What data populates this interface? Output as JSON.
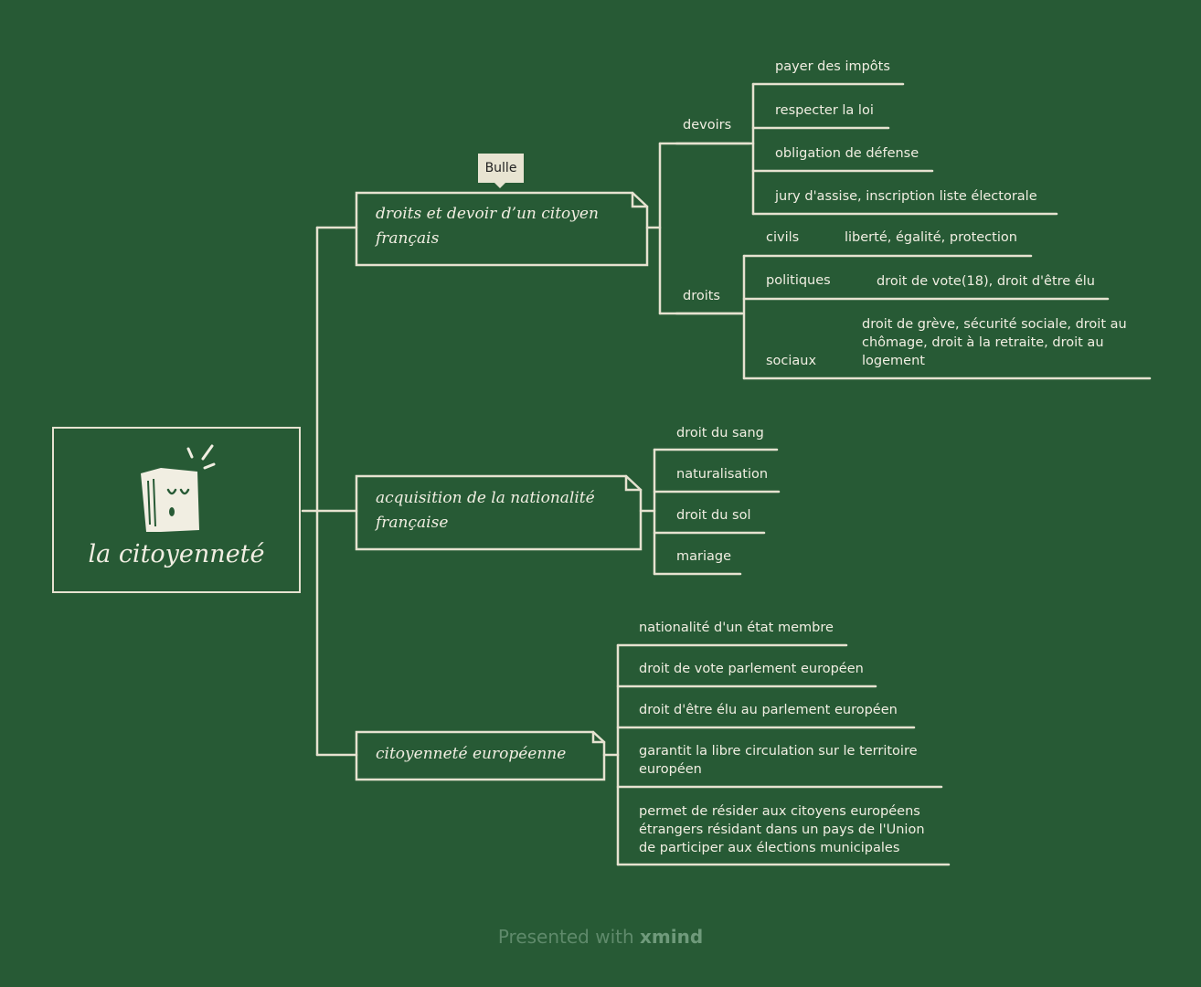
{
  "root": {
    "label": "la citoyenneté",
    "icon": "book-face-icon"
  },
  "callout": {
    "label": "Bulle"
  },
  "branches": [
    {
      "lines": [
        "droits et devoir d’un citoyen",
        "français"
      ],
      "groups": [
        {
          "label": "devoirs",
          "items": [
            "payer des impôts",
            "respecter la loi",
            "obligation de défense",
            "jury d'assise, inscription liste électorale"
          ]
        },
        {
          "label": "droits",
          "subgroups": [
            {
              "label": "civils",
              "detail": [
                "liberté, égalité, protection"
              ]
            },
            {
              "label": "politiques",
              "detail": [
                "droit de vote(18), droit d'être élu"
              ]
            },
            {
              "label": "sociaux",
              "detail": [
                "droit de grève, sécurité sociale, droit au",
                "chômage, droit à la retraite, droit au",
                "logement"
              ]
            }
          ]
        }
      ]
    },
    {
      "lines": [
        "acquisition de la nationalité",
        "française"
      ],
      "items": [
        "droit du sang",
        "naturalisation",
        "droit du sol",
        "mariage"
      ]
    },
    {
      "lines": [
        "citoyenneté européenne"
      ],
      "items": [
        [
          "nationalité d'un état membre"
        ],
        [
          "droit de vote parlement européen"
        ],
        [
          "droit d'être élu au parlement européen"
        ],
        [
          "garantit la libre circulation sur le territoire",
          "européen"
        ],
        [
          "permet de résider aux citoyens européens",
          "étrangers résidant dans un pays de l'Union",
          "de participer aux élections municipales"
        ]
      ]
    }
  ],
  "footer": {
    "prefix": "Presented with ",
    "brand": "xmind"
  },
  "colors": {
    "background": "#275a35",
    "line": "#e6e2d0",
    "text": "#f1eee2"
  }
}
